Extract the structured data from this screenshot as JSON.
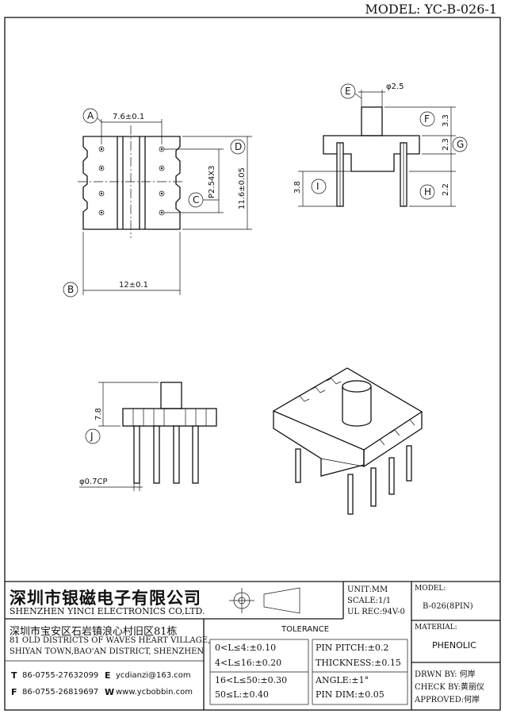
{
  "header": {
    "model": "MODEL: YC-B-026-1"
  },
  "labels": {
    "A": "A",
    "B": "B",
    "C": "C",
    "D": "D",
    "E": "E",
    "F": "F",
    "G": "G",
    "H": "H",
    "I": "I",
    "J": "J"
  },
  "dimensions": {
    "a": "7.6±0.1",
    "b": "12±0.1",
    "c": "P2.54X3",
    "d": "11.6±0.05",
    "e": "φ2.5",
    "f": "3.3",
    "g": "2.3",
    "h": "2.2",
    "i": "3.8",
    "j": "7.8",
    "pin": "φ0.7CP"
  },
  "company": {
    "name_cn": "深圳市银磁电子有限公司",
    "name_en": "SHENZHEN YINCI ELECTRONICS CO,LTD.",
    "addr_cn": "深圳市宝安区石岩镇浪心村旧区81栋",
    "addr_en1": "81 OLD DISTRICTS OF WAVES HEART VILLAGE,",
    "addr_en2": "SHIYAN TOWN,BAO'AN DISTRICT, SHENZHEN",
    "tel_label": "T",
    "tel": "86-0755-27632099",
    "email_label": "E",
    "email": "ycdianzi@163.com",
    "fax_label": "F",
    "fax": "86-0755-26819697",
    "web_label": "W",
    "web": "www.ycbobbin.com"
  },
  "specs": {
    "unit": "UNIT:MM",
    "scale": "SCALE:1/1",
    "ul": "UL REC:94V-0",
    "model_label": "MODEL:",
    "model_value": "B-026(8PIN)",
    "material_label": "MATERIAL:",
    "material_value": "PHENOLIC",
    "tolerance_title": "TOLERANCE",
    "tol": [
      "0<L≤4:±0.10",
      "4<L≤16:±0.20",
      "16<L≤50:±0.30",
      "50≤L:±0.40"
    ],
    "tol2": [
      "PIN PITCH:±0.2",
      "THICKNESS:±0.15",
      "ANGLE:±1°",
      "PIN DIM:±0.05"
    ]
  },
  "signoff": {
    "drawn": "DRWN BY: 何岸",
    "check": "CHECK BY:黄丽仪",
    "approved": "APPROVED:何岸"
  }
}
